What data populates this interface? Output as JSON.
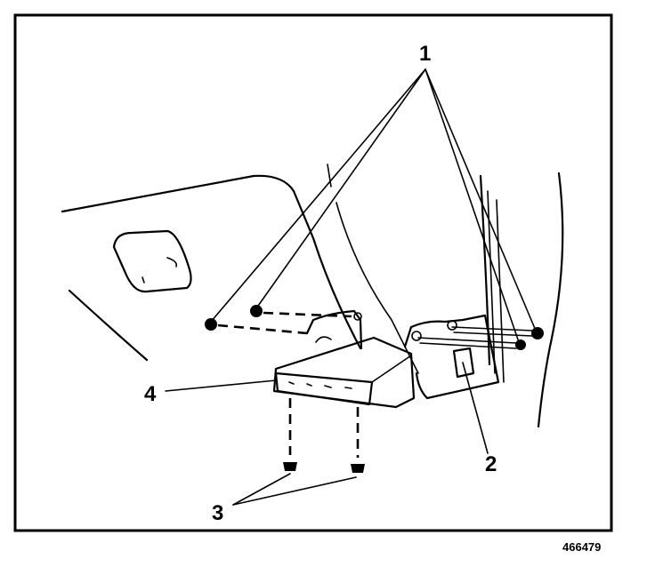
{
  "diagram": {
    "callouts": [
      {
        "id": "1",
        "label": "1"
      },
      {
        "id": "2",
        "label": "2"
      },
      {
        "id": "3",
        "label": "3"
      },
      {
        "id": "4",
        "label": "4"
      }
    ],
    "figure_number": "466479"
  },
  "colors": {
    "ink": "#000000",
    "paper": "#ffffff"
  }
}
